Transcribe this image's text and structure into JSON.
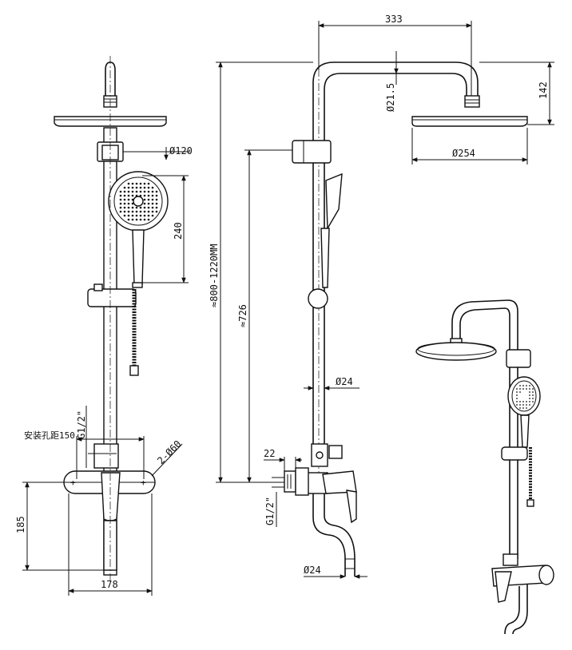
{
  "dimensions": {
    "front": {
      "dia_head": "Ø120",
      "handset_len": "240",
      "install_spacing": "安装孔距150",
      "thread": "G1/2\"",
      "hole_dia": "2-Ø60",
      "height": "185",
      "width": "178"
    },
    "side": {
      "arm_len": "333",
      "pipe_dia": "Ø21.5",
      "head_drop": "142",
      "head_dia": "Ø254",
      "total_height": "≈800-1220MM",
      "hand_height": "≈726",
      "bar_dia": "Ø24",
      "wall_dist": "22",
      "thread": "G1/2\"",
      "spout_dia": "Ø24"
    }
  },
  "colors": {
    "line": "#111111",
    "background": "#ffffff"
  }
}
